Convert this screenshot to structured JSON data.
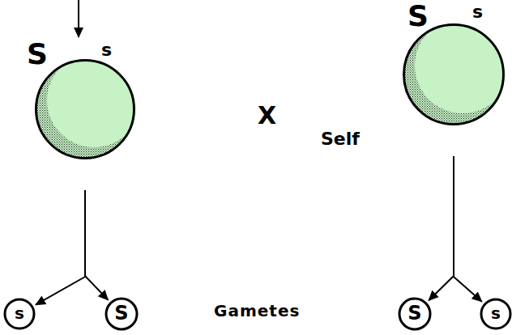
{
  "diagram": {
    "nodes": [
      {
        "text": [
          "S",
          "s"
        ]
      },
      {
        "text": [
          "S",
          "s"
        ]
      },
      {
        "text": [
          "s"
        ]
      },
      {
        "text": [
          "S"
        ]
      },
      {
        "text": [
          "S"
        ]
      },
      {
        "text": [
          "s"
        ]
      }
    ],
    "edges": [
      {
        "from": 0,
        "to": 2,
        "arrow": "to"
      },
      {
        "from": 0,
        "to": 3,
        "arrow": "to"
      },
      {
        "from": 1,
        "to": 4,
        "arrow": "to"
      },
      {
        "from": 1,
        "to": 5,
        "arrow": "to"
      }
    ],
    "labels": [
      "X",
      "Self",
      "Gametes"
    ]
  }
}
